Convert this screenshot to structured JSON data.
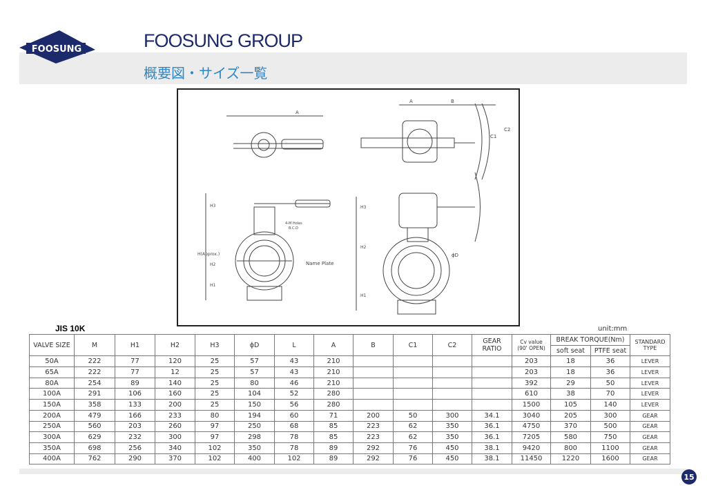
{
  "header": {
    "logo_text": "FOOSUNG",
    "title": "FOOSUNG GROUP",
    "subtitle": "概要図・サイズ一覧"
  },
  "drawing": {
    "labels": {
      "a": "A",
      "b": "B",
      "c1": "C1",
      "c2": "C2",
      "h1": "H1",
      "h2": "H2",
      "h3": "H3",
      "h_approx": "H(Approx.)",
      "phi_d": "ϕD",
      "name_plate": "Name Plate",
      "bolt_holes": "4-M Holes",
      "bcd": "B.C.D"
    }
  },
  "table": {
    "standard": "JIS 10K",
    "unit": "unit:mm",
    "headers": {
      "valve_size": "VALVE SIZE",
      "m": "M",
      "h1": "H1",
      "h2": "H2",
      "h3": "H3",
      "phi_d": "ϕD",
      "l": "L",
      "a": "A",
      "b": "B",
      "c1": "C1",
      "c2": "C2",
      "gear_ratio_1": "GEAR",
      "gear_ratio_2": "RATIO",
      "cv_1": "Cv value",
      "cv_2": "(90' OPEN)",
      "break_torque": "BREAK TORQUE(Nm)",
      "soft_seat": "soft seat",
      "ptfe_seat": "PTFE seat",
      "standard_1": "STANDARD",
      "standard_2": "TYPE"
    },
    "rows": [
      [
        "50A",
        "222",
        "77",
        "120",
        "25",
        "57",
        "43",
        "210",
        "",
        "",
        "",
        "",
        "203",
        "18",
        "36",
        "LEVER"
      ],
      [
        "65A",
        "222",
        "77",
        "12",
        "25",
        "57",
        "43",
        "210",
        "",
        "",
        "",
        "",
        "203",
        "18",
        "36",
        "LEVER"
      ],
      [
        "80A",
        "254",
        "89",
        "140",
        "25",
        "80",
        "46",
        "210",
        "",
        "",
        "",
        "",
        "392",
        "29",
        "50",
        "LEVER"
      ],
      [
        "100A",
        "291",
        "106",
        "160",
        "25",
        "104",
        "52",
        "280",
        "",
        "",
        "",
        "",
        "610",
        "38",
        "70",
        "LEVER"
      ],
      [
        "150A",
        "358",
        "133",
        "200",
        "25",
        "150",
        "56",
        "280",
        "",
        "",
        "",
        "",
        "1500",
        "105",
        "140",
        "LEVER"
      ],
      [
        "200A",
        "479",
        "166",
        "233",
        "80",
        "194",
        "60",
        "71",
        "200",
        "50",
        "300",
        "34.1",
        "3040",
        "205",
        "300",
        "GEAR"
      ],
      [
        "250A",
        "560",
        "203",
        "260",
        "97",
        "250",
        "68",
        "85",
        "223",
        "62",
        "350",
        "36.1",
        "4750",
        "370",
        "500",
        "GEAR"
      ],
      [
        "300A",
        "629",
        "232",
        "300",
        "97",
        "298",
        "78",
        "85",
        "223",
        "62",
        "350",
        "36.1",
        "7205",
        "580",
        "750",
        "GEAR"
      ],
      [
        "350A",
        "698",
        "256",
        "340",
        "102",
        "350",
        "78",
        "89",
        "292",
        "76",
        "450",
        "38.1",
        "9420",
        "800",
        "1100",
        "GEAR"
      ],
      [
        "400A",
        "762",
        "290",
        "370",
        "102",
        "400",
        "102",
        "89",
        "292",
        "76",
        "450",
        "38.1",
        "11450",
        "1220",
        "1600",
        "GEAR"
      ]
    ]
  },
  "footer": {
    "page_number": "15"
  }
}
